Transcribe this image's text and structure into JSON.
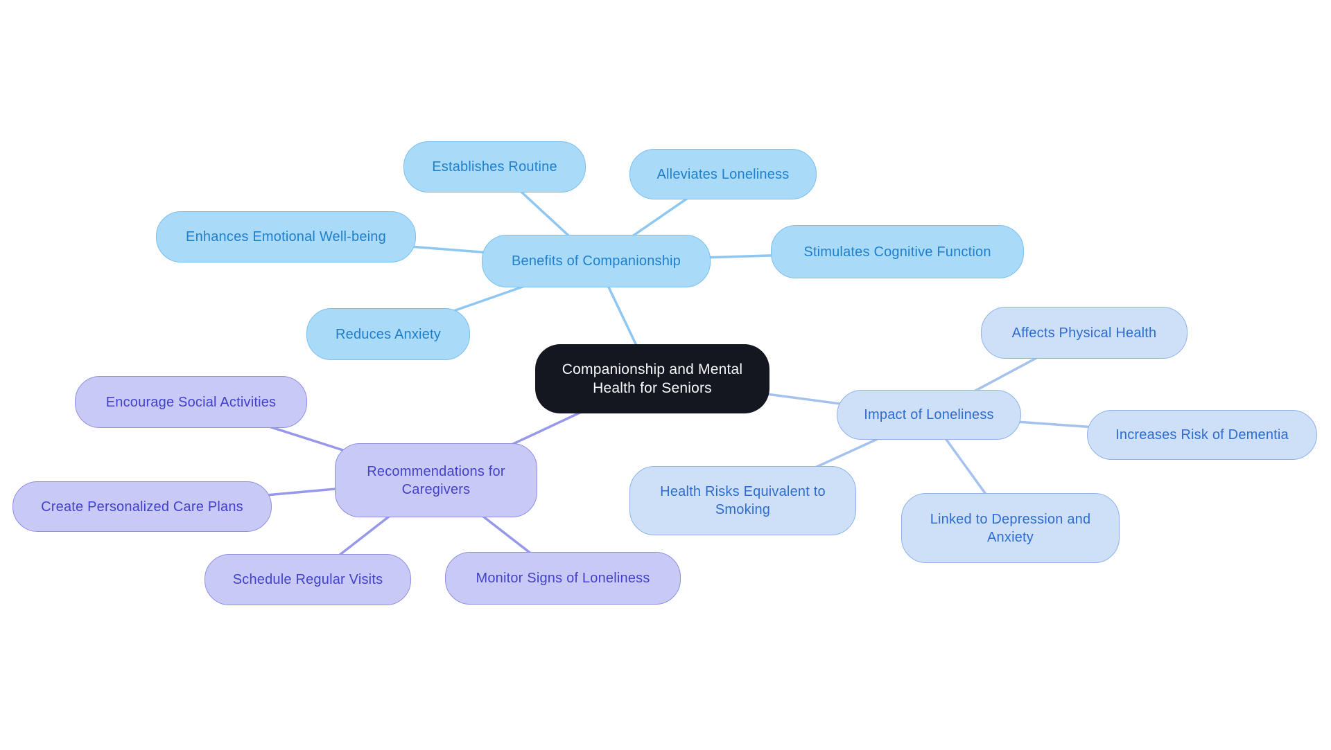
{
  "diagram": {
    "type": "mindmap",
    "background_color": "#FFFFFF",
    "center": {
      "label": "Companionship and Mental Health for Seniors",
      "fill": "#14171F",
      "text_color": "#F7F9FC"
    },
    "branches": [
      {
        "label": "Benefits of Companionship",
        "fill": "#A9DAF8",
        "border_color": "#7CC0EF",
        "text_color": "#1F7FCC",
        "edge_color": "#8EC7F2",
        "children": [
          {
            "label": "Establishes Routine"
          },
          {
            "label": "Alleviates Loneliness"
          },
          {
            "label": "Enhances Emotional Well-being"
          },
          {
            "label": "Stimulates Cognitive Function"
          },
          {
            "label": "Reduces Anxiety"
          }
        ]
      },
      {
        "label": "Impact of Loneliness",
        "fill": "#CEDFF8",
        "border_color": "#8FB2EA",
        "text_color": "#2D6CCF",
        "edge_color": "#A5C1EE",
        "children": [
          {
            "label": "Affects Physical Health"
          },
          {
            "label": "Increases Risk of Dementia"
          },
          {
            "label": "Health Risks Equivalent to Smoking"
          },
          {
            "label": "Linked to Depression and Anxiety"
          }
        ]
      },
      {
        "label": "Recommendations for Caregivers",
        "fill": "#C9C9F5",
        "border_color": "#8F8FE8",
        "text_color": "#4141CD",
        "edge_color": "#9797EC",
        "children": [
          {
            "label": "Encourage Social Activities"
          },
          {
            "label": "Create Personalized Care Plans"
          },
          {
            "label": "Schedule Regular Visits"
          },
          {
            "label": "Monitor Signs of Loneliness"
          }
        ]
      }
    ]
  }
}
